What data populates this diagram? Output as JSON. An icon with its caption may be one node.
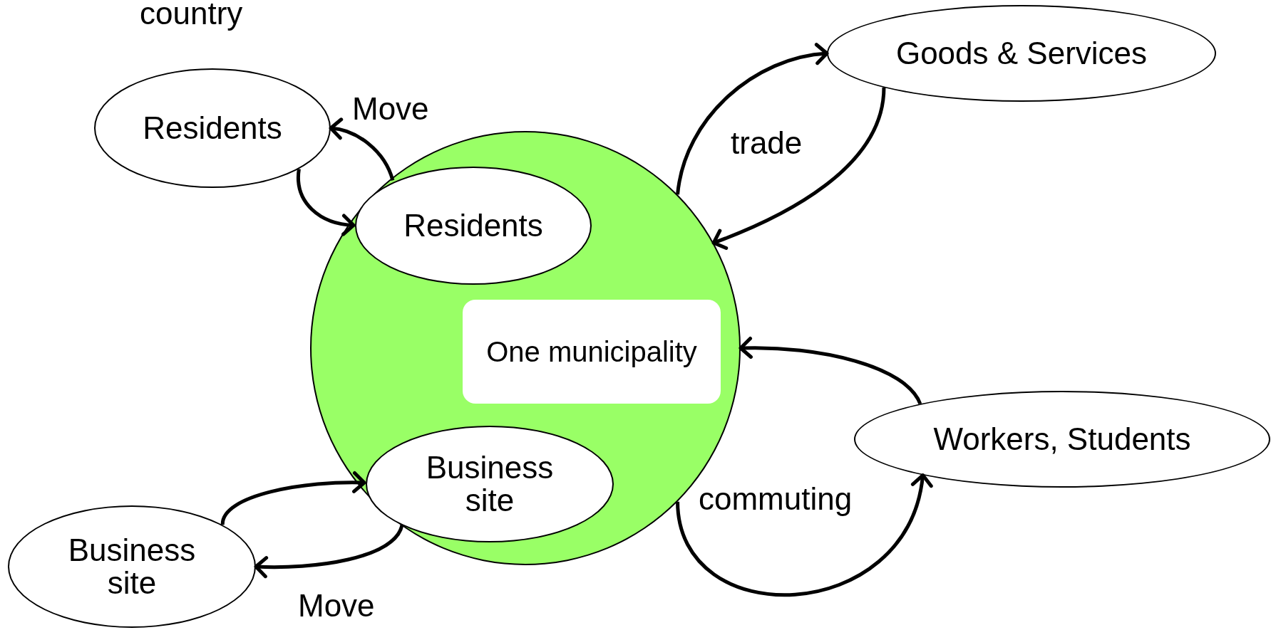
{
  "diagram": {
    "nodes": [
      {
        "text": [
          "Residents"
        ]
      },
      {
        "text": [
          "Goods & Services"
        ]
      },
      {
        "text": [],
        "shape": "circle"
      },
      {
        "text": [
          "Residents"
        ],
        "in": 2
      },
      {
        "text": [
          "One municipality"
        ],
        "in": 2
      },
      {
        "text": [
          "Workers, Students"
        ]
      },
      {
        "text": [
          "Business site"
        ],
        "in": 2
      },
      {
        "text": [
          "Business site"
        ]
      }
    ],
    "edges": [
      {
        "from": 3,
        "to": 0,
        "arrow": "to"
      },
      {
        "from": 0,
        "to": 3,
        "arrow": "to"
      },
      {
        "from": 2,
        "to": 1,
        "arrow": "to"
      },
      {
        "from": 1,
        "to": 2,
        "arrow": "to"
      },
      {
        "from": 5,
        "to": 2,
        "arrow": "to"
      },
      {
        "from": 2,
        "to": 5,
        "arrow": "to"
      },
      {
        "from": 7,
        "to": 6,
        "arrow": "to"
      },
      {
        "from": 6,
        "to": 7,
        "arrow": "to"
      }
    ],
    "labels": [
      "country",
      "Move",
      "trade",
      "commuting",
      "Move"
    ]
  }
}
